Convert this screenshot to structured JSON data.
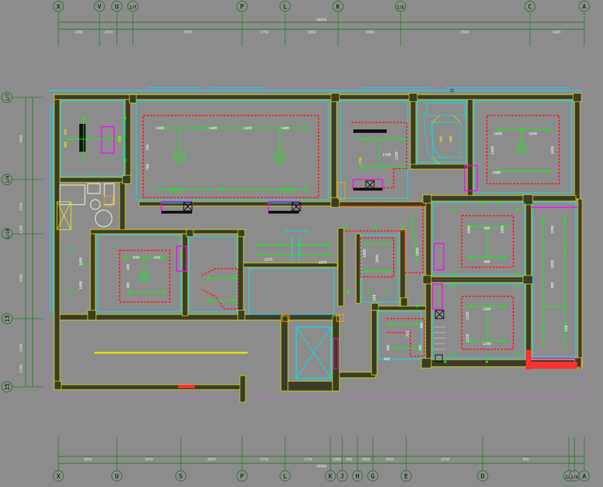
{
  "colors": {
    "background": "#8c8c8c",
    "grid_line": "#1f7a1f",
    "wall_fill": "#3b3b2a",
    "wall_edge": "#e8e800",
    "cyan": "#00e5ee",
    "red_dash": "#ff1a1a",
    "green": "#00ff00",
    "magenta": "#ff00ff",
    "yellow": "#ffff00",
    "white": "#ffffff",
    "text_dark": "#000000"
  },
  "top_axes": [
    "X",
    "V",
    "U",
    "1/T",
    "P",
    "L",
    "K",
    "1/E",
    "C",
    "A"
  ],
  "top_overall_dim": "38000",
  "top_dims": [
    "1900",
    "2550",
    "7850",
    "2750",
    "3850",
    "6000",
    "3500",
    "3400"
  ],
  "bottom_axes": [
    "X",
    "U",
    "S",
    "P",
    "L",
    "K",
    "J",
    "H",
    "G",
    "E",
    "D",
    "2/A",
    "1/A",
    "A"
  ],
  "bottom_overall_dim": "38000",
  "bottom_dims": [
    "3050",
    "3450",
    "4850",
    "3750",
    "2750",
    "1000",
    "900",
    "1850",
    "3900",
    "2550",
    "900"
  ],
  "left_axes": [
    "1/7",
    "1/9",
    "1/10",
    "13",
    "15"
  ],
  "left_dims": [
    "3400",
    "2250",
    "1200",
    "3900",
    "2300",
    "2100"
  ],
  "ceiling_labels": {
    "main_hall": [
      "1400",
      "1400",
      "1400",
      "1400",
      "700",
      "700"
    ],
    "nw_room": [
      "400",
      "450",
      "650"
    ],
    "center_room": [
      "1700",
      "1100",
      "1100"
    ],
    "ne_room": [
      "1600",
      "1600",
      "1600",
      "1600",
      "1800"
    ],
    "ne_small": [
      "400",
      "400"
    ],
    "w_room": [
      "650",
      "650",
      "400",
      "400",
      "1000",
      "1000"
    ],
    "mid_room": [
      "1000",
      "1000",
      "1000",
      "600"
    ],
    "e_room_top": [
      "1000",
      "1000",
      "900",
      "900"
    ],
    "e_room_bot": [
      "1250",
      "1250",
      "1200",
      "1200"
    ],
    "far_east": [
      "1000",
      "1000",
      "900",
      "950"
    ],
    "corridor": [
      "2375",
      "2375"
    ],
    "s_room": [
      "750",
      "300",
      "300",
      "400",
      "400"
    ]
  }
}
